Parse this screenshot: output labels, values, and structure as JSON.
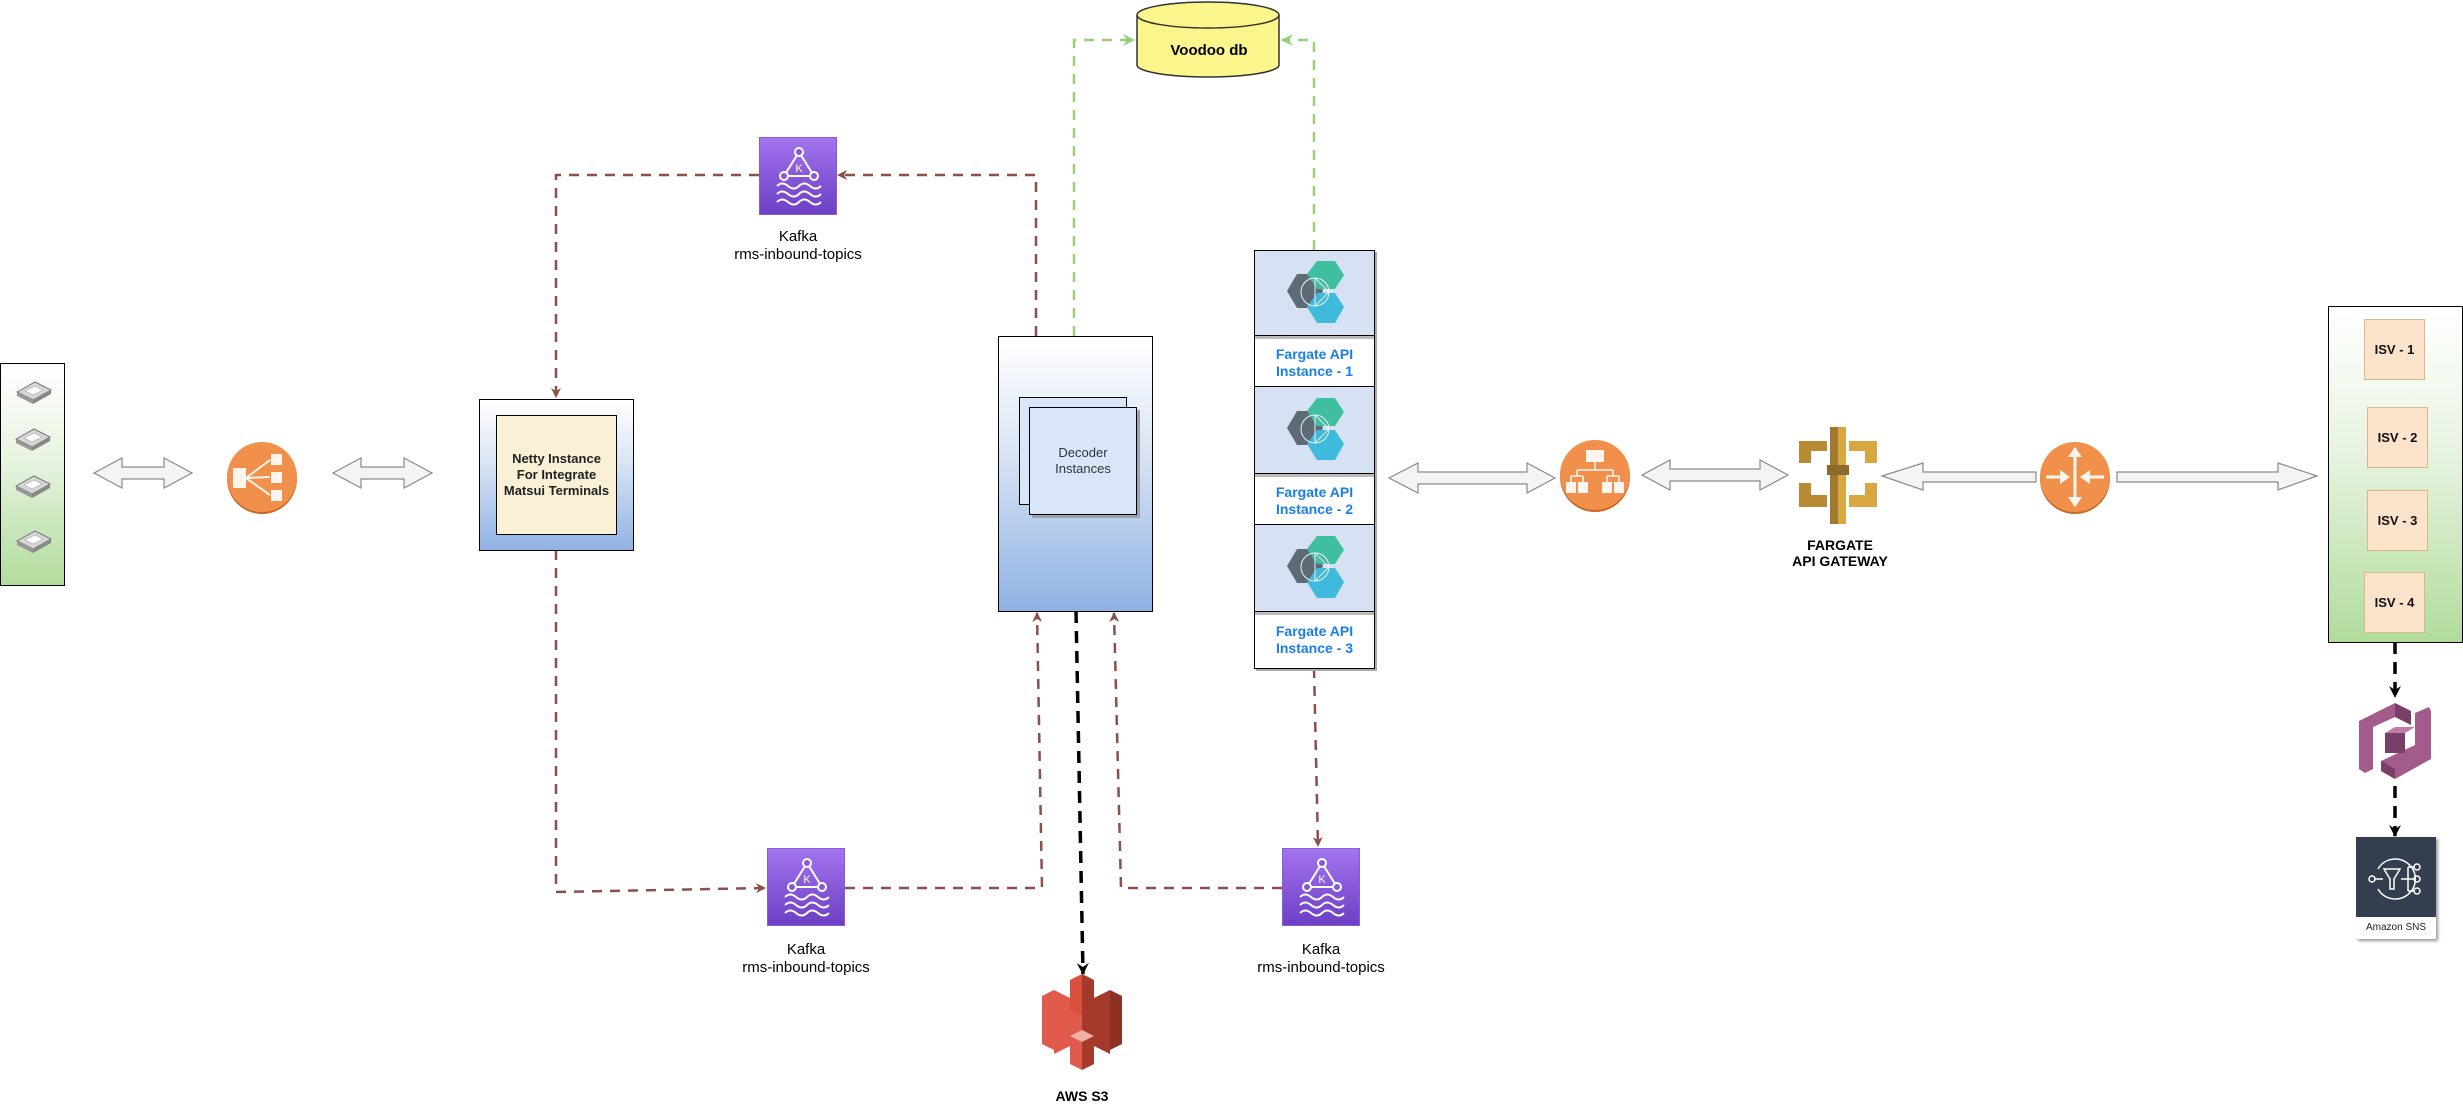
{
  "diagram": {
    "left_panel": {
      "name": "matsui-terminals-panel",
      "icons": [
        "terminal-icon",
        "terminal-icon",
        "terminal-icon",
        "terminal-icon"
      ]
    },
    "classic_load_balancer": {
      "icon": "load-balancer-icon"
    },
    "netty": {
      "label": "Netty Instance For Integrate Matsui Terminals"
    },
    "kafka_top": {
      "title": "Kafka",
      "subtitle": "rms-inbound-topics",
      "icon": "kafka-icon"
    },
    "kafka_bottom_left": {
      "title": "Kafka",
      "subtitle": "rms-inbound-topics",
      "icon": "kafka-icon"
    },
    "kafka_bottom_right": {
      "title": "Kafka",
      "subtitle": "rms-inbound-topics",
      "icon": "kafka-icon"
    },
    "decoder": {
      "label": "Decoder Instances"
    },
    "database": {
      "label": "Voodoo db"
    },
    "s3": {
      "label": "AWS S3",
      "icon": "s3-bucket-icon"
    },
    "fargate_instances": [
      {
        "label_line1": "Fargate API",
        "label_line2": "Instance - 1"
      },
      {
        "label_line1": "Fargate API",
        "label_line2": "Instance - 2"
      },
      {
        "label_line1": "Fargate API",
        "label_line2": "Instance - 3"
      }
    ],
    "app_load_balancer": {
      "icon": "application-load-balancer-icon"
    },
    "api_gateway": {
      "title": "FARGATE",
      "subtitle": "API GATEWAY",
      "icon": "api-gateway-icon"
    },
    "router": {
      "icon": "router-icon"
    },
    "isv_panel": {
      "items": [
        "ISV - 1",
        "ISV - 2",
        "ISV - 3",
        "ISV - 4"
      ]
    },
    "cognito": {
      "icon": "cognito-icon"
    },
    "sns": {
      "label": "Amazon SNS",
      "icon": "sns-icon"
    },
    "colors": {
      "kafka_flow": "#8b5148",
      "db_flow": "#97d077",
      "storage_flow": "#000000",
      "fargate_label": "#1a7fe6",
      "aws_orange": "#f08c3f",
      "kafka_purple": "#7e4fd6"
    }
  }
}
